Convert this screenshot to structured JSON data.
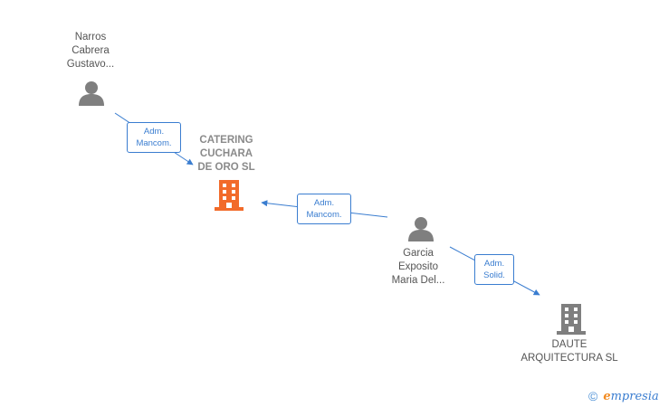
{
  "colors": {
    "person": "#7f7f7f",
    "company_main": "#f26b2a",
    "company_other": "#7f7f7f",
    "edge": "#3a7dd0",
    "label_text": "#555555"
  },
  "nodes": {
    "narros": {
      "lines": [
        "Narros",
        "Cabrera",
        "Gustavo..."
      ],
      "icon": "person-icon"
    },
    "catering": {
      "lines": [
        "CATERING",
        "CUCHARA",
        "DE ORO  SL"
      ],
      "icon": "building-icon"
    },
    "garcia": {
      "lines": [
        "Garcia",
        "Exposito",
        "Maria Del..."
      ],
      "icon": "person-icon"
    },
    "daute": {
      "lines": [
        "DAUTE",
        "ARQUITECTURA SL"
      ],
      "icon": "building-icon"
    }
  },
  "edges": {
    "narros_catering": {
      "lines": [
        "Adm.",
        "Mancom."
      ]
    },
    "garcia_catering": {
      "lines": [
        "Adm.",
        "Mancom."
      ]
    },
    "garcia_daute": {
      "lines": [
        "Adm.",
        "Solid."
      ]
    }
  },
  "footer": {
    "copyright_symbol": "©",
    "brand_first": "e",
    "brand_rest": "mpresia"
  }
}
